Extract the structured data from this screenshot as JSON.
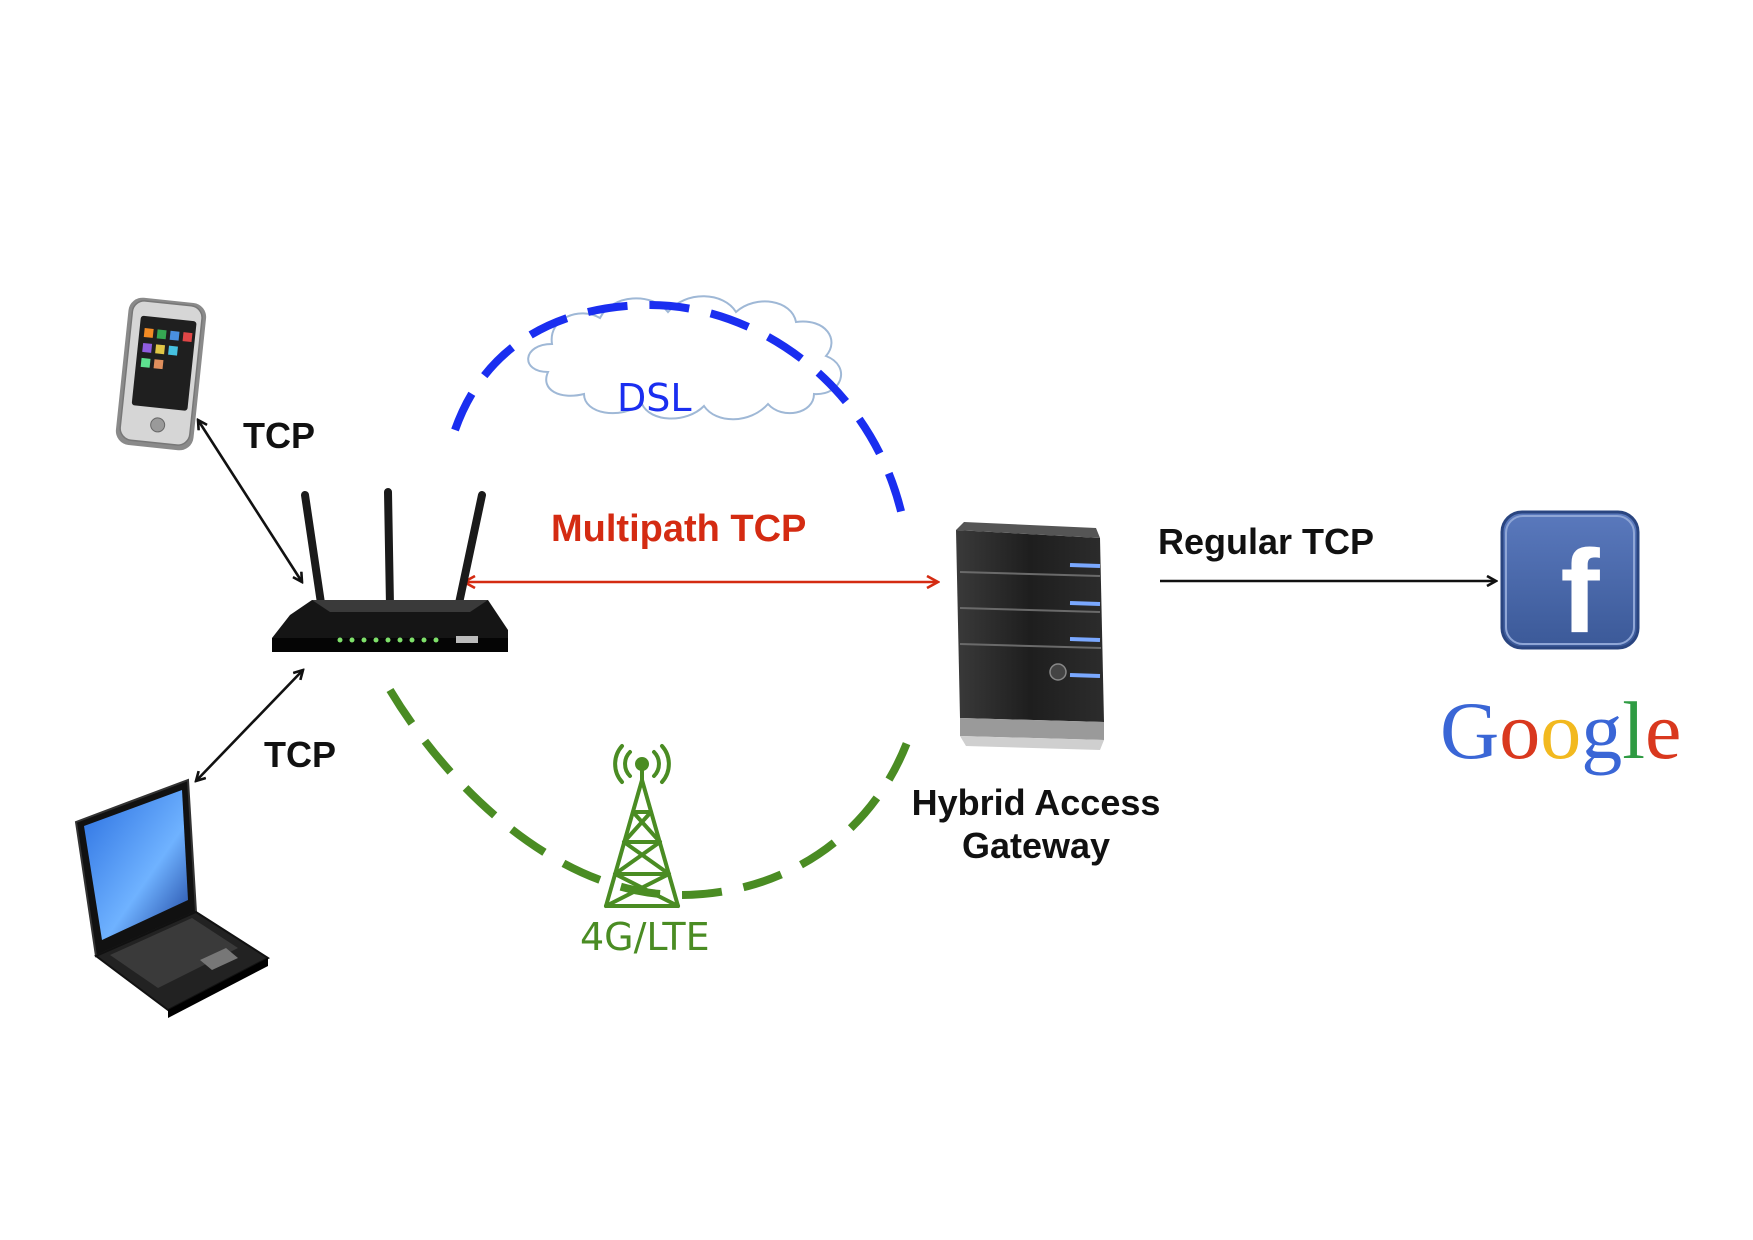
{
  "labels": {
    "tcp_phone": "TCP",
    "tcp_laptop": "TCP",
    "multipath": "Multipath TCP",
    "regular": "Regular TCP",
    "gateway_line1": "Hybrid Access",
    "gateway_line2": "Gateway",
    "dsl": "DSL",
    "lte": "4G/LTE",
    "facebook_letter": "f",
    "google": [
      "G",
      "o",
      "o",
      "g",
      "l",
      "e"
    ]
  },
  "colors": {
    "dsl": "#1a2ef0",
    "lte": "#4a8c23",
    "multipath": "#d42b12",
    "arrow": "#111111",
    "facebook": "#3b5998",
    "google": [
      "#3a66d6",
      "#d9381e",
      "#f2b91f",
      "#3a66d6",
      "#2f9b43",
      "#d9381e"
    ]
  },
  "icons": {
    "phone": "smartphone-icon",
    "router": "wifi-router-icon",
    "laptop": "laptop-icon",
    "server": "server-icon",
    "cloud": "cloud-icon",
    "tower": "cell-tower-icon",
    "facebook": "facebook-logo",
    "google": "google-logo"
  }
}
